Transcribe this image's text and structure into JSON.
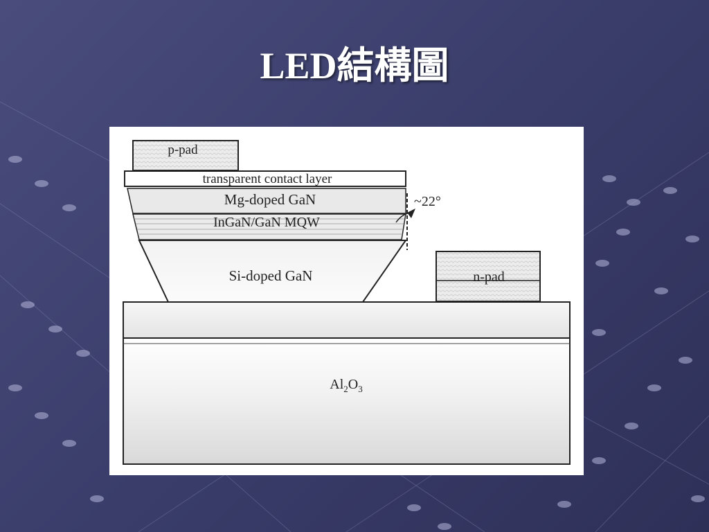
{
  "slide": {
    "title": "LED結構圖"
  },
  "diagram": {
    "labels": {
      "p_pad": "p-pad",
      "transparent_contact_layer": "transparent contact layer",
      "mg_doped_gan": "Mg-doped GaN",
      "mqw": "InGaN/GaN MQW",
      "si_doped_gan": "Si-doped GaN",
      "n_pad": "n-pad",
      "angle": "~22°",
      "substrate_prefix": "Al",
      "substrate_sub1": "2",
      "substrate_mid": "O",
      "substrate_sub2": "3"
    }
  },
  "colors": {
    "background": "#3f4270",
    "title_text": "#ffffff",
    "figure_background": "#ffffff",
    "outline": "#222222"
  }
}
